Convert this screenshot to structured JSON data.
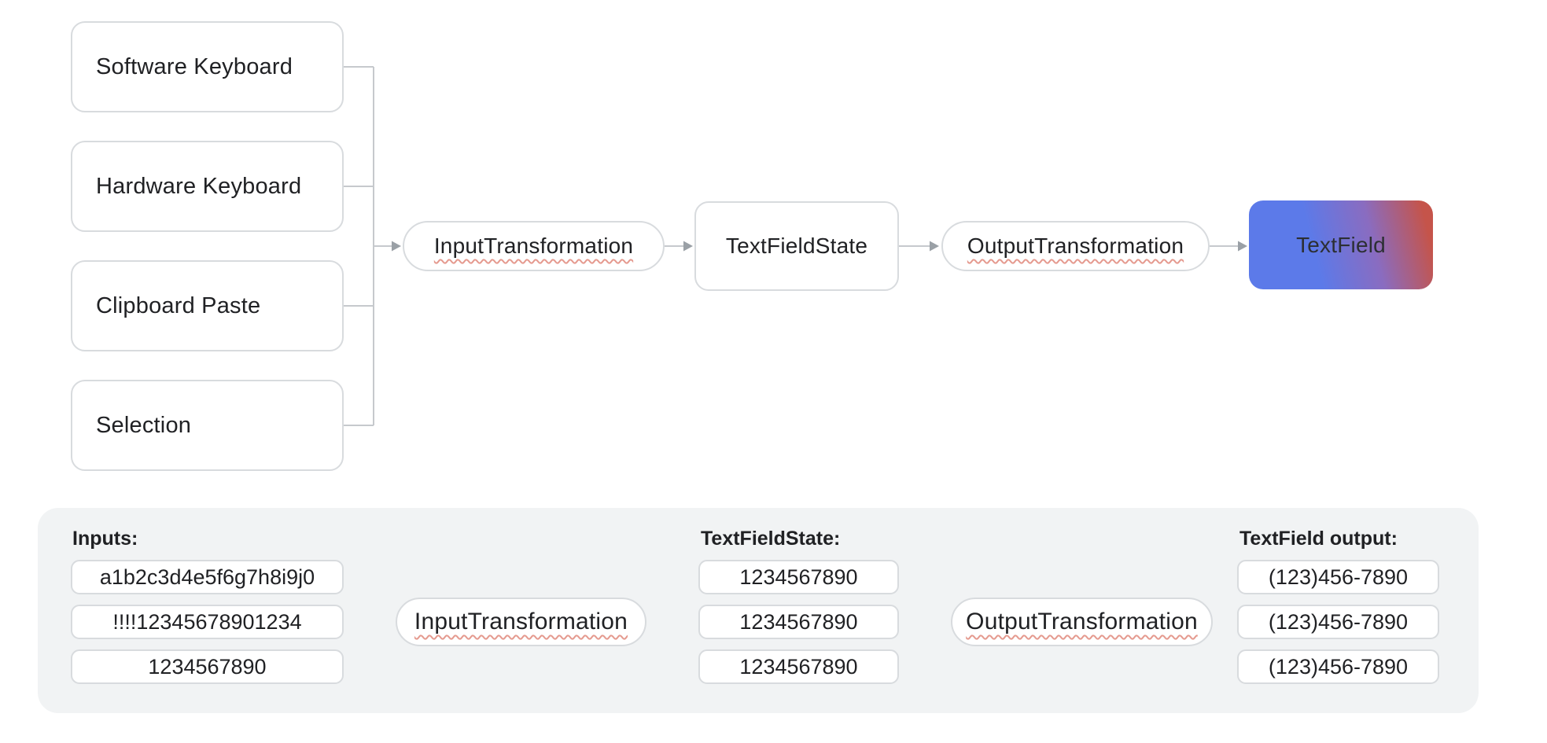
{
  "top": {
    "sources": [
      "Software Keyboard",
      "Hardware Keyboard",
      "Clipboard Paste",
      "Selection"
    ],
    "input_transformation": "InputTransformation",
    "text_field_state": "TextFieldState",
    "output_transformation": "OutputTransformation",
    "text_field": "TextField"
  },
  "bottom": {
    "inputs_label": "Inputs:",
    "inputs": [
      "a1b2c3d4e5f6g7h8i9j0",
      "!!!!12345678901234",
      "1234567890"
    ],
    "input_transformation": "InputTransformation",
    "state_label": "TextFieldState:",
    "states": [
      "1234567890",
      "1234567890",
      "1234567890"
    ],
    "output_transformation": "OutputTransformation",
    "output_label": "TextField output:",
    "outputs": [
      "(123)456-7890",
      "(123)456-7890",
      "(123)456-7890"
    ]
  },
  "colors": {
    "gradient_blue": "#5c7ae9",
    "gradient_purple": "#8a6cc0",
    "gradient_red": "#c5544a",
    "panel_background": "#f1f3f4",
    "box_border": "#d8dbde",
    "connector_line": "#c6c9cd",
    "arrowhead": "#9aa0a6",
    "text": "#202124",
    "squiggle_underline": "#e59a8f"
  }
}
